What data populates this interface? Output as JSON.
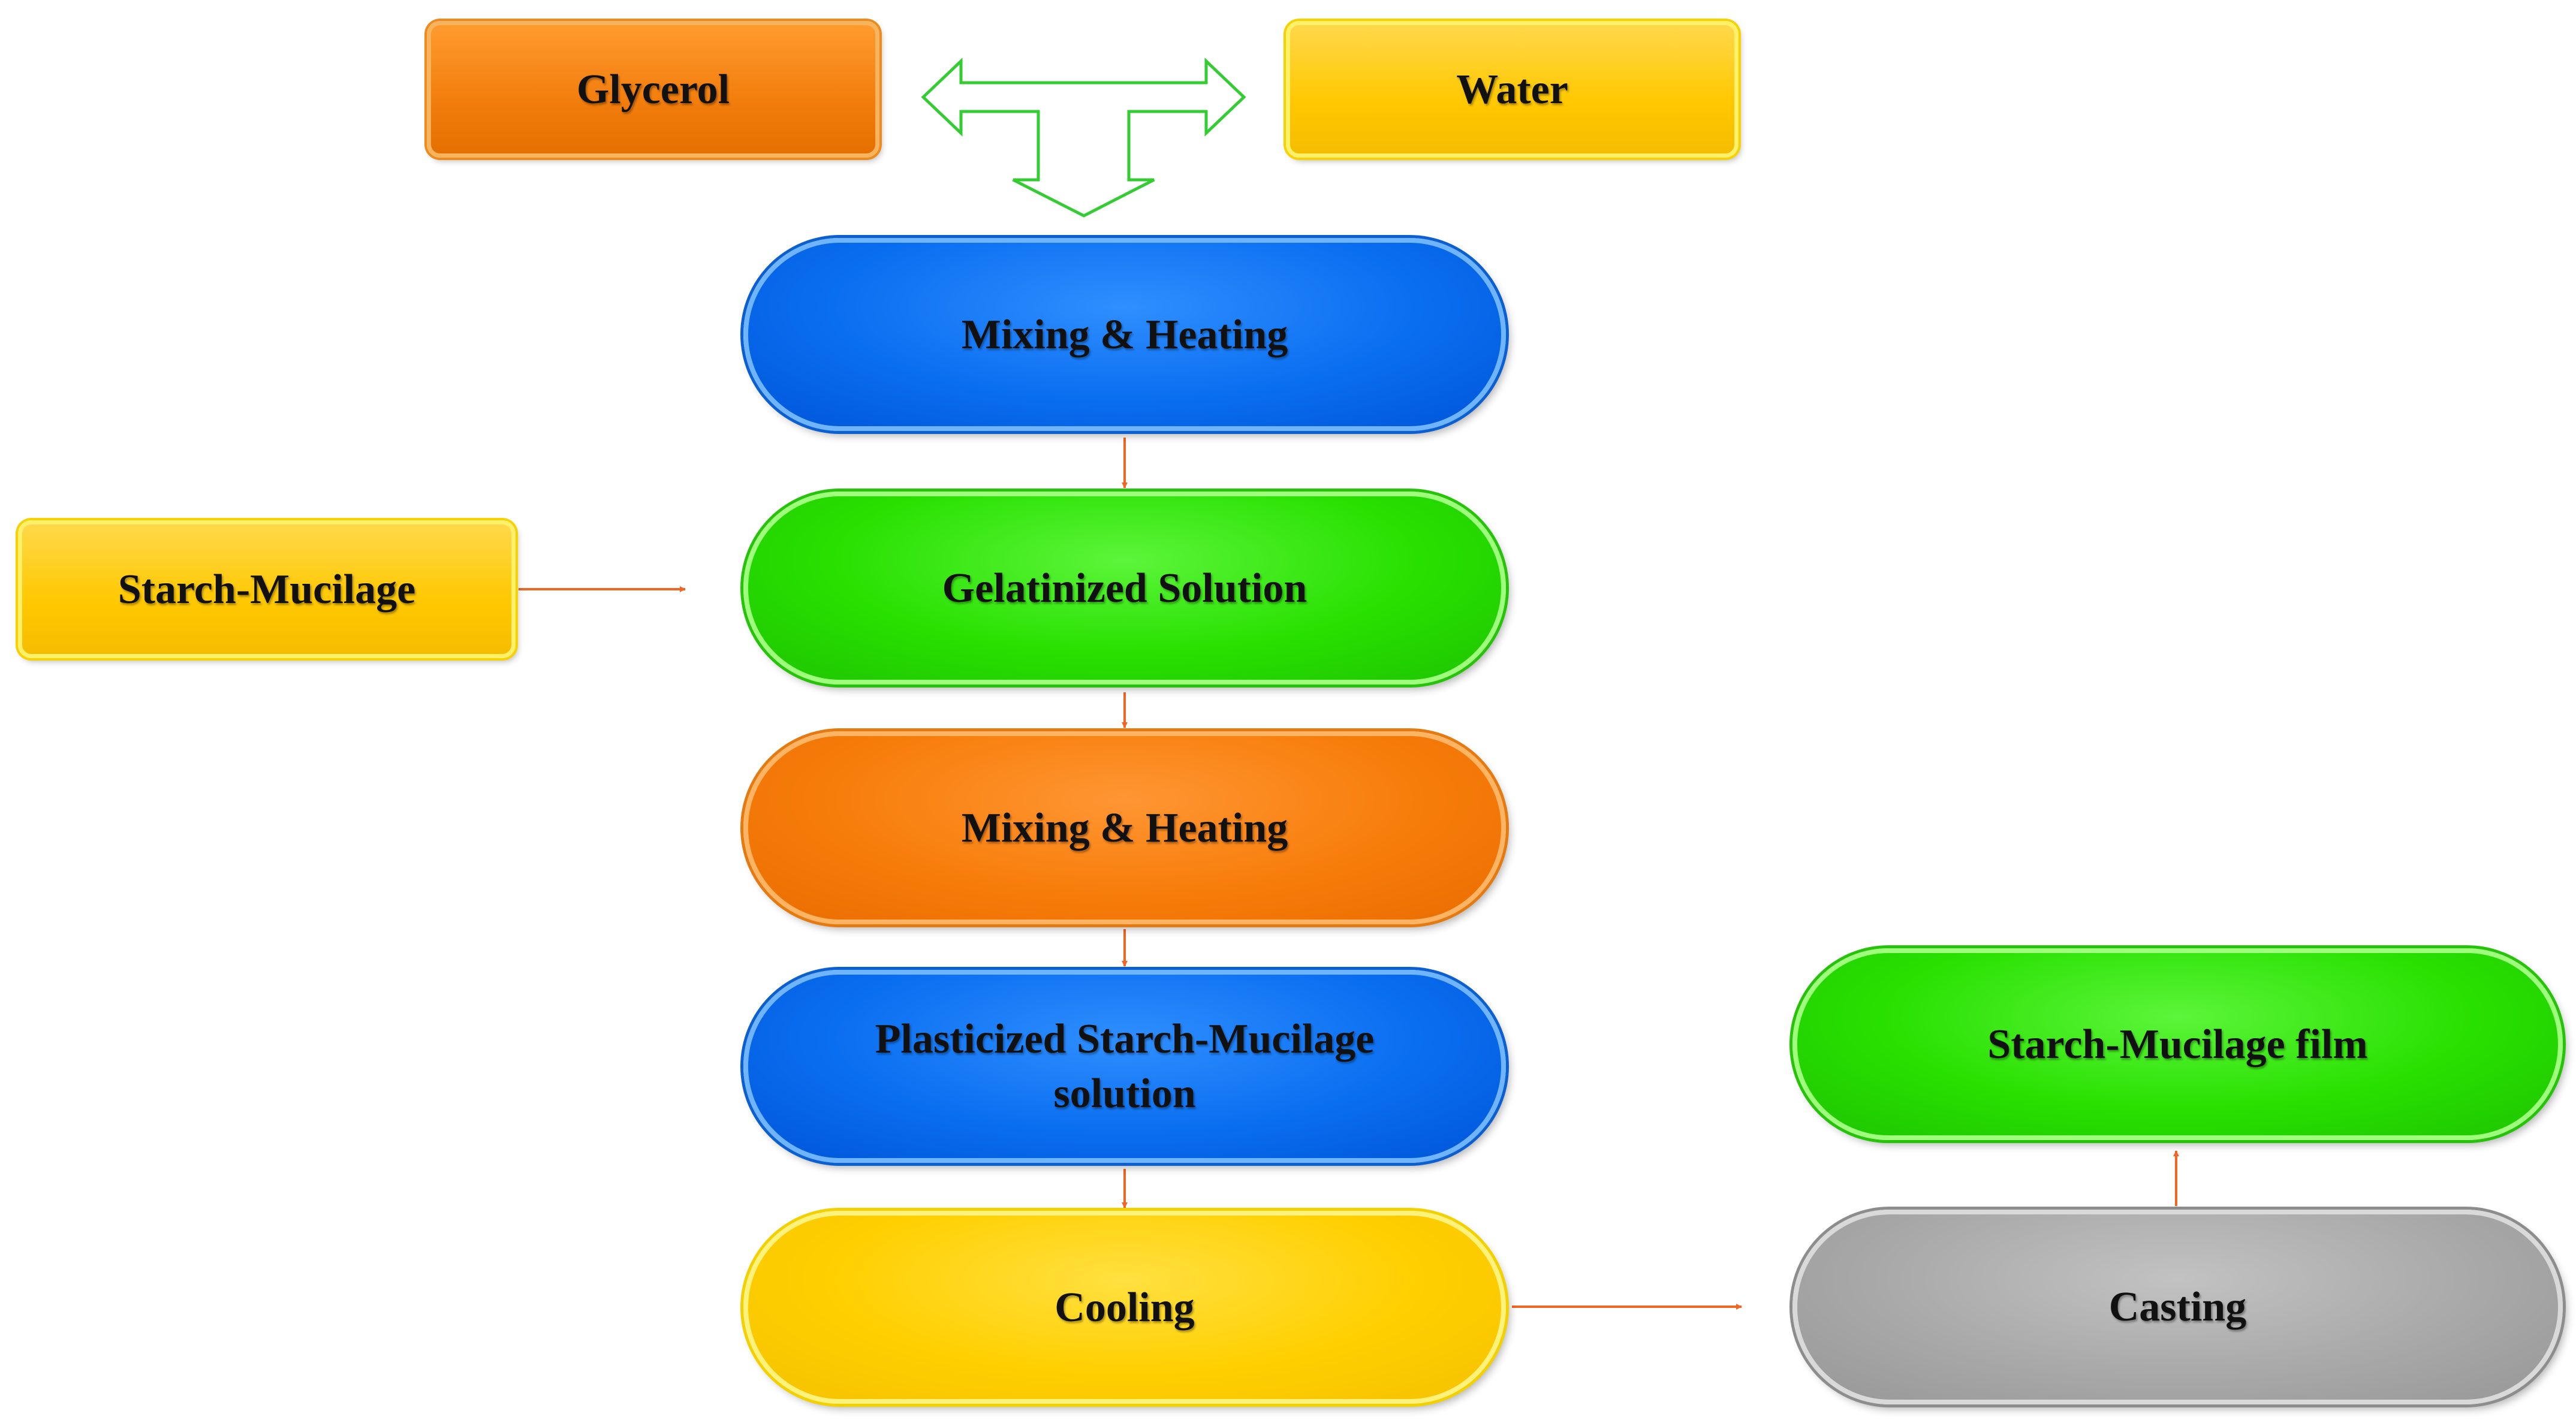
{
  "nodes": {
    "glycerol": "Glycerol",
    "water": "Water",
    "mixing_heating_1": "Mixing & Heating",
    "starch_mucilage": "Starch-Mucilage",
    "gelatinized_solution": "Gelatinized Solution",
    "mixing_heating_2": "Mixing & Heating",
    "plasticized_line1": "Plasticized Starch-Mucilage",
    "plasticized_line2": "solution",
    "cooling": "Cooling",
    "casting": "Casting",
    "film": "Starch-Mucilage film"
  },
  "colors": {
    "arrow": "#f26522",
    "t_arrow_outline": "#33cc33",
    "orange": "#f27d0c",
    "yellow": "#ffc800",
    "blue": "#0a6ef0",
    "green": "#28e000",
    "gray": "#a9a9a9"
  }
}
